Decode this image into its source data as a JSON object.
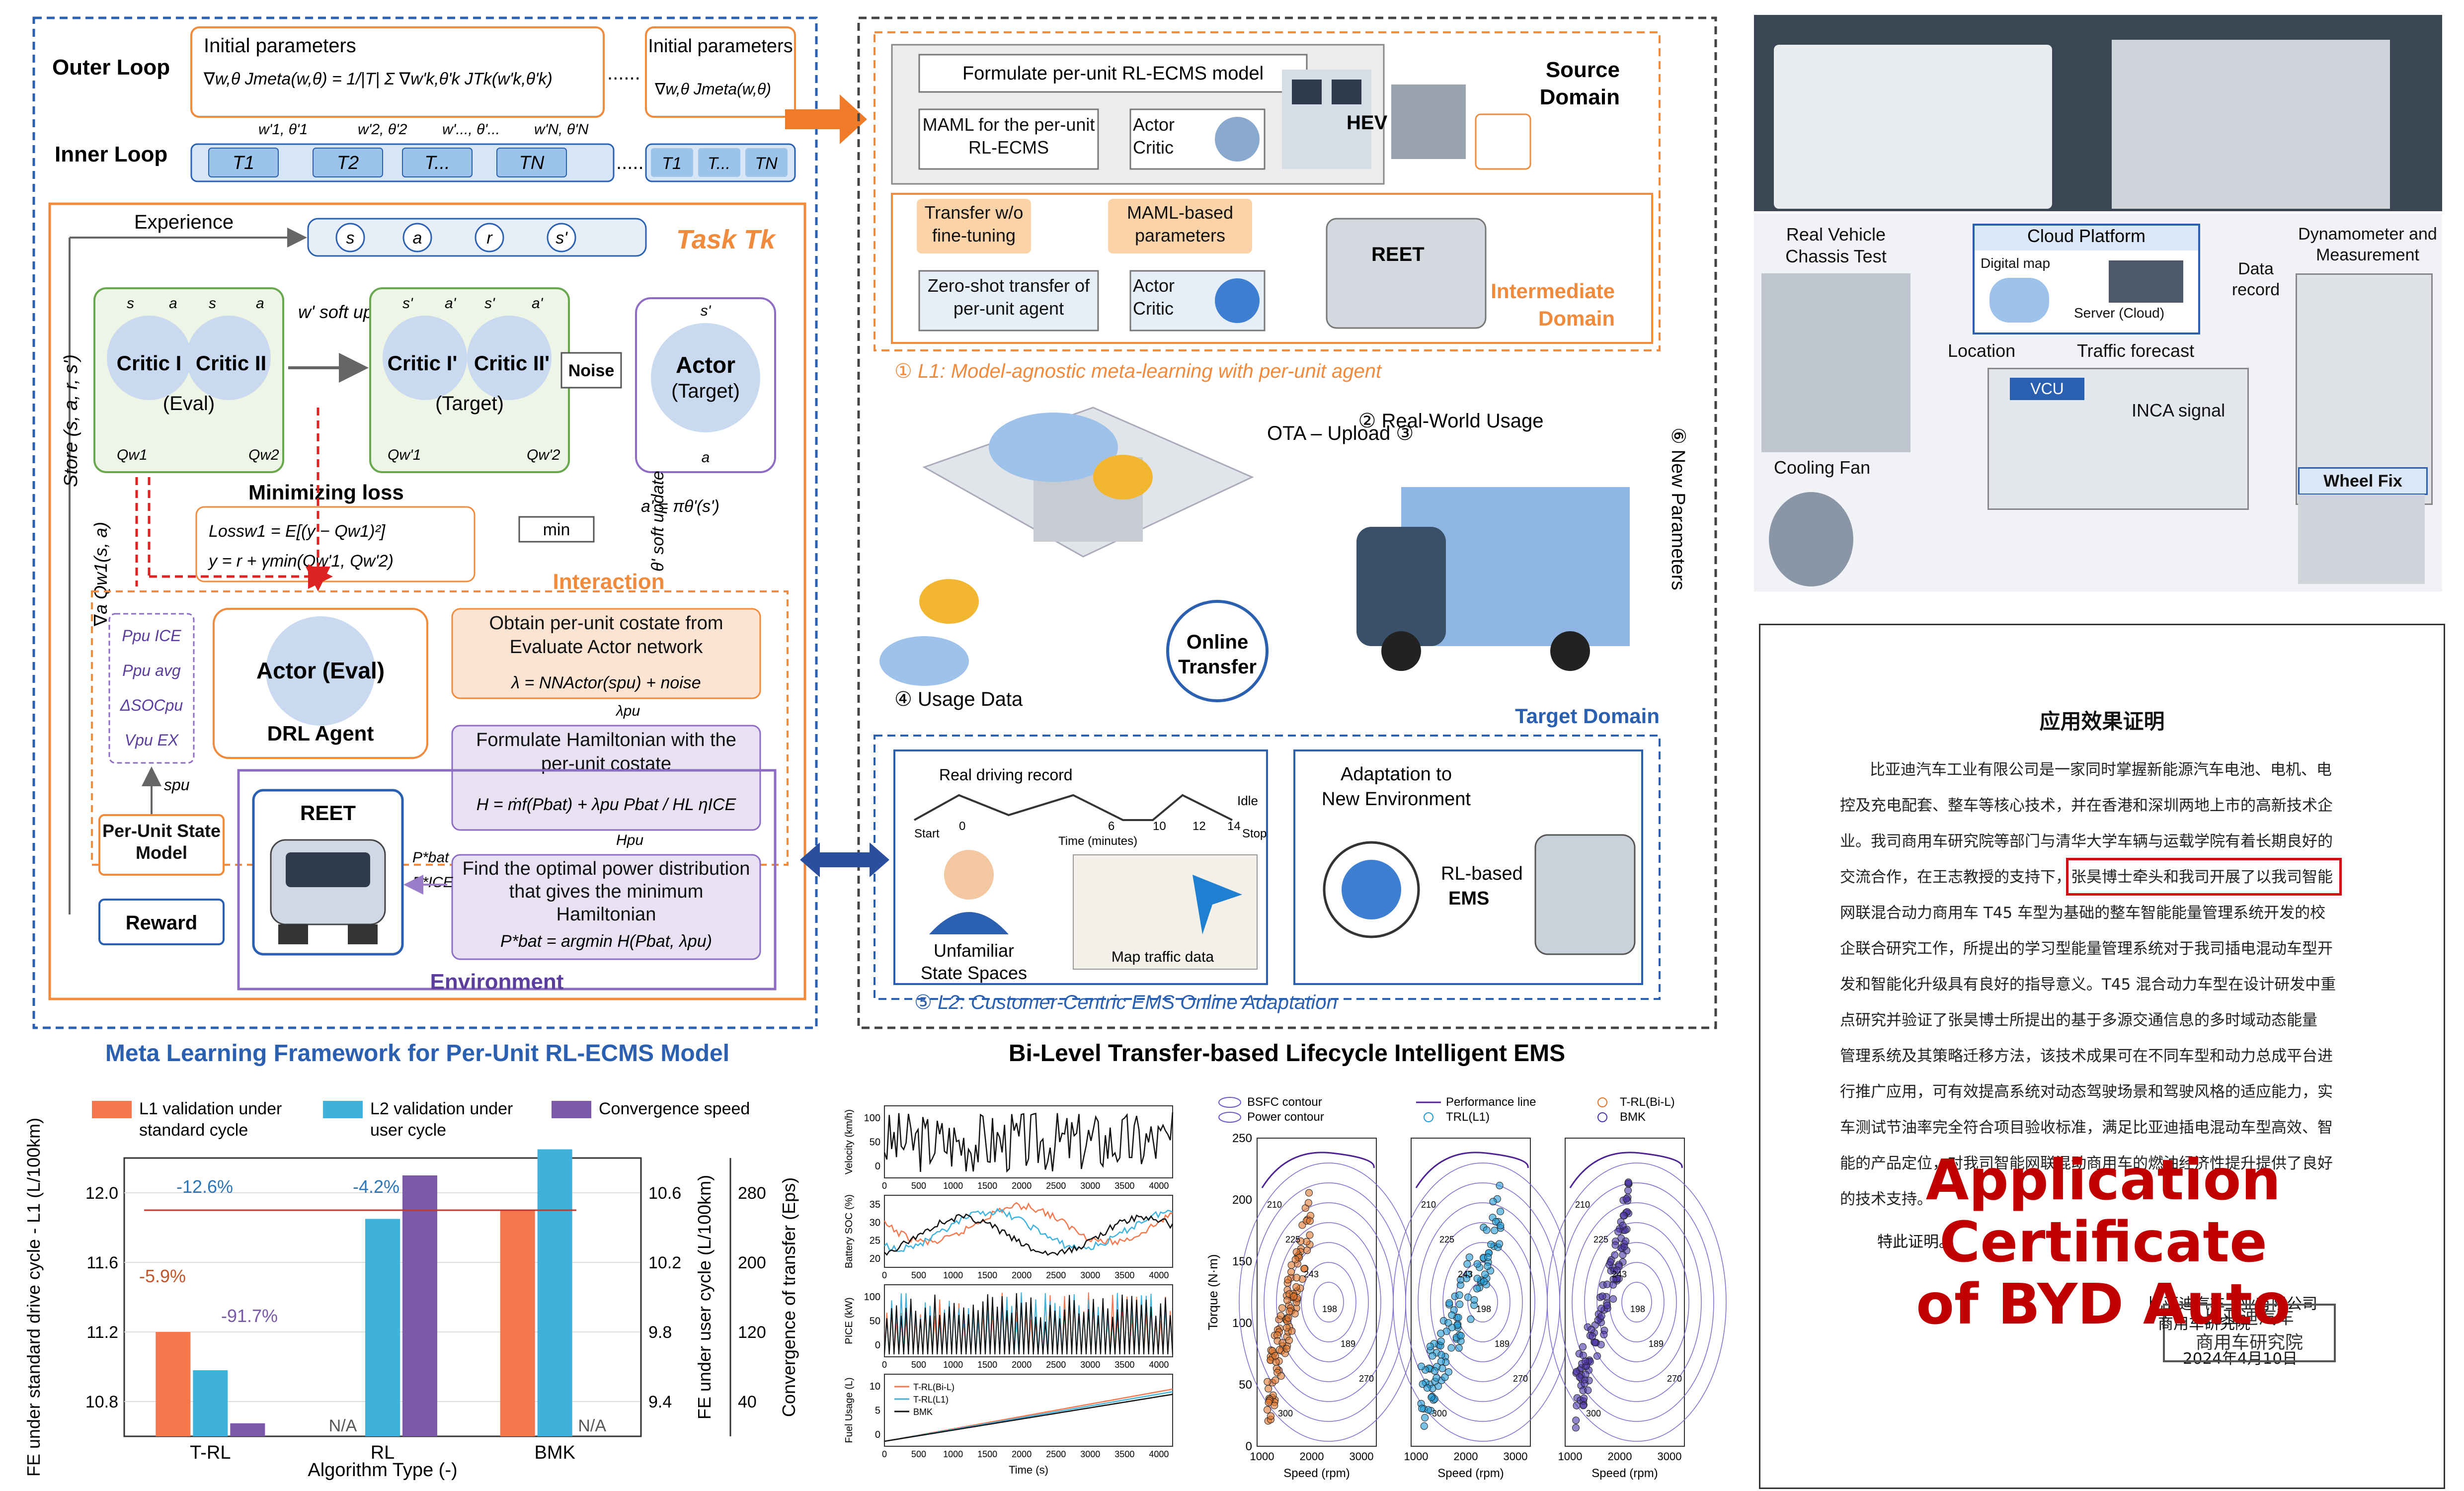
{
  "meta_framework": {
    "caption": "Meta Learning Framework for Per-Unit RL-ECMS Model",
    "outer_loop": "Outer Loop",
    "inner_loop": "Inner Loop",
    "initial_parameters": "Initial parameters",
    "initial_parameters_2": "Initial parameters",
    "meta_formula": "∇w,θ Jmeta(w,θ) = 1/|T| Σ ∇w'k,θ'k JTk(w'k,θ'k)",
    "meta_formula_2": "∇w,θ Jmeta(w,θ)",
    "inner_params": [
      "w'1, θ'1",
      "w'2, θ'2",
      "w'..., θ'...",
      "w'N, θ'N"
    ],
    "tasks": [
      "T1",
      "T2",
      "T...",
      "TN"
    ],
    "tasks_2": [
      "T1",
      "T...",
      "TN"
    ],
    "ellipsis": "......",
    "task_label": "Task Tk",
    "experience": "Experience",
    "replay": [
      "s",
      "a",
      "r",
      "s'"
    ],
    "store": "Store (s, a, r, s')",
    "grad_label": "∇a Qw1(s, a)",
    "critic_eval": [
      "Critic I",
      "Critic II",
      "(Eval)"
    ],
    "critic_target": [
      "Critic I'",
      "Critic II'",
      "(Target)"
    ],
    "soft_update": "w' soft update",
    "noise": "Noise",
    "actor_target": [
      "Actor",
      "(Target)"
    ],
    "q_labels": [
      "Qw1",
      "Qw2",
      "Qw'1",
      "Qw'2"
    ],
    "sa_labels": [
      "s",
      "a",
      "s",
      "a",
      "s'",
      "a'",
      "s'",
      "a'",
      "s'",
      "a"
    ],
    "min_loss_title": "Minimizing loss",
    "loss_eq1": "Lossw1 = E[(y − Qw1)²]",
    "loss_eq2": "y = r + γmin(Qw'1, Qw'2)",
    "min": "min",
    "policy_eq": "a' = πθ'(s')",
    "theta_soft": "θ' soft update",
    "interaction": "Interaction",
    "states": [
      "Ppu ICE",
      "Ppu avg",
      "ΔSOCpu",
      "Vpu EX"
    ],
    "actor_eval": "Actor (Eval)",
    "drl_agent": "DRL Agent",
    "costate_title": "Obtain per-unit costate from Evaluate Actor network",
    "costate_eq": "λ = NNActor(spu) + noise",
    "lambda_pu": "λpu",
    "hamiltonian_title": "Formulate Hamiltonian with the per-unit costate",
    "hamiltonian_eq": "H = ṁf(Pbat) + λpu Pbat / HL ηICE",
    "h_pu": "Hpu",
    "optimal_title": "Find the optimal power distribution that gives the minimum Hamiltonian",
    "optimal_eq": "P*bat = argmin H(Pbat, λpu)",
    "s_pu": "spu",
    "per_unit_model": "Per-Unit State Model",
    "reet": "REET",
    "reward": "Reward",
    "p_bat": "P*bat",
    "p_ice": "P*ICE",
    "environment": "Environment"
  },
  "bilevel": {
    "caption": "Bi-Level Transfer-based Lifecycle Intelligent EMS",
    "formulate": "Formulate per-unit RL-ECMS model",
    "maml_per_unit": "MAML for the per-unit RL-ECMS",
    "actor_critic": "Actor Critic",
    "actor_critic_2": "Actor Critic",
    "hev": "HEV",
    "source_domain": "Source Domain",
    "transfer_wo": "Transfer w/o fine-tuning",
    "maml_params": "MAML-based parameters",
    "zero_shot": "Zero-shot transfer of per-unit agent",
    "reet": "REET",
    "intermediate": "Intermediate Domain",
    "l1": "① L1: Model-agnostic meta-learning with per-unit agent",
    "ota": "OTA – Upload ③",
    "real_world": "② Real-World Usage",
    "new_params": "⑥ New Parameters",
    "usage_data": "④ Usage Data",
    "online_transfer": "Online Transfer",
    "target_domain": "Target Domain",
    "real_driving": "Real driving record",
    "idle": "Idle",
    "start": "Start",
    "stop": "Stop",
    "time_axis": "Time (minutes)",
    "time_ticks": [
      "0",
      "6",
      "10",
      "12",
      "14"
    ],
    "unfamiliar": "Unfamiliar State Spaces",
    "map_traffic": "Map traffic data",
    "adaptation": "Adaptation to New Environment",
    "rl_based": "RL-based EMS",
    "l2": "⑤ L2: Customer-Centric EMS Online Adaptation"
  },
  "test_bench": {
    "real_vehicle": "Real Vehicle Chassis Test",
    "cloud_platform": "Cloud Platform",
    "digital_map": "Digital map",
    "server": "Server (Cloud)",
    "data_record": "Data record",
    "dynamometer": "Dynamometer and Measurement",
    "location": "Location",
    "traffic_forecast": "Traffic forecast",
    "vcu": "VCU",
    "inca": "INCA signal",
    "cooling_fan": "Cooling Fan",
    "wheel_fix": "Wheel Fix"
  },
  "certificate": {
    "title": "应用效果证明",
    "lines": [
      "比亚迪汽车工业有限公司是一家同时掌握新能源汽车电池、电机、电",
      "控及充电配套、整车等核心技术，并在香港和深圳两地上市的高新技术企",
      "业。我司商用车研究院等部门与清华大学车辆与运载学院有着长期良好的",
      "交流合作，在王志教授的支持下，张昊博士牵头和我司开展了以我司智能",
      "网联混合动力商用车 T45 车型为基础的整车智能能量管理系统开发的校",
      "企联合研究工作，所提出的学习型能量管理系统对于我司插电混动车型开",
      "发和智能化升级具有良好的指导意义。T45 混合动力车型在设计研发中重",
      "点研究并验证了张昊博士所提出的基于多源交通信息的多时域动态能量",
      "管理系统及其策略迁移方法，该技术成果可在不同车型和动力总成平台进",
      "行推广应用，可有效提高系统对动态驾驶场景和驾驶风格的适应能力，实",
      "车测试节油率完全符合项目验收标准，满足比亚迪插电混动车型高效、智",
      "能的产品定位，对我司智能网联混动商用车的燃油经济性提升提供了良好",
      "的技术支持。"
    ],
    "closing": "特此证明。",
    "company": "比亚迪汽车工业有限公司",
    "institute": "商用车研究院",
    "date": "2024年4月10日",
    "stamp": [
      "比亚迪汽车",
      "商用车研究院"
    ],
    "overlay": [
      "Application Certificate",
      "of BYD Auto"
    ]
  },
  "bar_chart": {
    "chart_data": {
      "type": "bar",
      "categories": [
        "T-RL",
        "RL",
        "BMK"
      ],
      "series": [
        {
          "name": "L1 validation under standard cycle",
          "values": [
            11.2,
            null,
            11.9
          ],
          "color": "#f4774d"
        },
        {
          "name": "L2 validation under user cycle",
          "values": [
            9.58,
            10.45,
            10.85
          ],
          "color": "#3fb2dc"
        },
        {
          "name": "Convergence speed",
          "values": [
            15,
            300,
            null
          ],
          "color": "#7a59a8"
        }
      ],
      "left_ylabel": "FE under standard drive cycle - L1 (L/100km)",
      "left_ylim": [
        10.6,
        12.2
      ],
      "left_ticks": [
        "10.8",
        "11.2",
        "11.6",
        "12.0"
      ],
      "mid_ylabel": "FE under user cycle (L/100km)",
      "mid_ticks": [
        "9.4",
        "9.8",
        "10.2",
        "10.6"
      ],
      "right_ylabel": "Convergence of transfer (Eps)",
      "right_ticks": [
        "40",
        "120",
        "200",
        "280"
      ],
      "xlabel": "Algorithm Type (-)",
      "na_labels": [
        "N/A",
        "N/A"
      ],
      "annotations": [
        "-5.9%",
        "-12.6%",
        "-91.7%",
        "-4.2%"
      ],
      "legend_position": "top"
    }
  },
  "time_series": {
    "chart_data": {
      "type": "line",
      "xlabel": "Time (s)",
      "x_ticks": [
        "0",
        "500",
        "1000",
        "1500",
        "2000",
        "2500",
        "3000",
        "3500",
        "4000"
      ],
      "panels": [
        {
          "ylabel": "Velocity (km/h)",
          "ticks": [
            "0",
            "50",
            "100"
          ]
        },
        {
          "ylabel": "Battery SOC (%)",
          "ticks": [
            "20",
            "25",
            "30",
            "35"
          ]
        },
        {
          "ylabel": "PICE (kW)",
          "ticks": [
            "0",
            "50",
            "100"
          ]
        },
        {
          "ylabel": "Fuel Usage (L)",
          "ticks": [
            "0",
            "5",
            "10"
          ]
        }
      ],
      "legend": [
        "T-RL(Bi-L)",
        "T-RL(L1)",
        "BMK"
      ],
      "colors": [
        "#f4774d",
        "#3fb2dc",
        "#111111"
      ]
    }
  },
  "bsfc": {
    "chart_data": {
      "type": "scatter",
      "legend": [
        "BSFC contour",
        "Performance line",
        "T-RL(Bi-L)",
        "Power contour",
        "TRL(L1)",
        "BMK"
      ],
      "xlabel": "Speed (rpm)",
      "ylabel": "Torque (N·m)",
      "x_ticks": [
        "1000",
        "2000",
        "3000"
      ],
      "y_ticks": [
        "0",
        "50",
        "100",
        "150",
        "200",
        "250"
      ],
      "contour_labels": [
        "210",
        "225",
        "243",
        "198",
        "189",
        "270",
        "300"
      ],
      "colors": [
        "#e0772f",
        "#1f9ad6",
        "#4b33a6"
      ]
    }
  }
}
